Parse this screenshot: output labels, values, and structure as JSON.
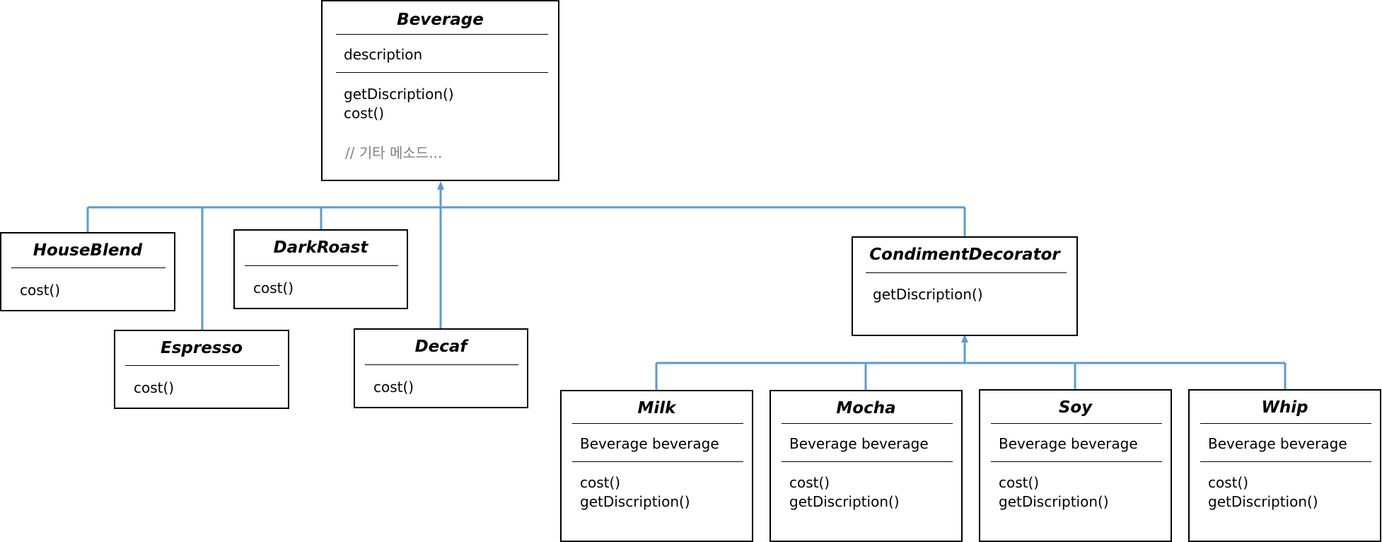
{
  "colors": {
    "connector": "#5b9bd5",
    "border": "#000000",
    "comment": "#808080"
  },
  "classes": {
    "beverage": {
      "name": "Beverage",
      "attribute": "description",
      "method1": "getDiscription()",
      "method2": "cost()",
      "comment": "// 기타 메소드..."
    },
    "houseblend": {
      "name": "HouseBlend",
      "method1": "cost()"
    },
    "darkroast": {
      "name": "DarkRoast",
      "method1": "cost()"
    },
    "espresso": {
      "name": "Espresso",
      "method1": "cost()"
    },
    "decaf": {
      "name": "Decaf",
      "method1": "cost()"
    },
    "condiment": {
      "name": "CondimentDecorator",
      "method1": "getDiscription()"
    },
    "milk": {
      "name": "Milk",
      "attribute": "Beverage beverage",
      "method1": "cost()",
      "method2": "getDiscription()"
    },
    "mocha": {
      "name": "Mocha",
      "attribute": "Beverage beverage",
      "method1": "cost()",
      "method2": "getDiscription()"
    },
    "soy": {
      "name": "Soy",
      "attribute": "Beverage beverage",
      "method1": "cost()",
      "method2": "getDiscription()"
    },
    "whip": {
      "name": "Whip",
      "attribute": "Beverage beverage",
      "method1": "cost()",
      "method2": "getDiscription()"
    }
  }
}
